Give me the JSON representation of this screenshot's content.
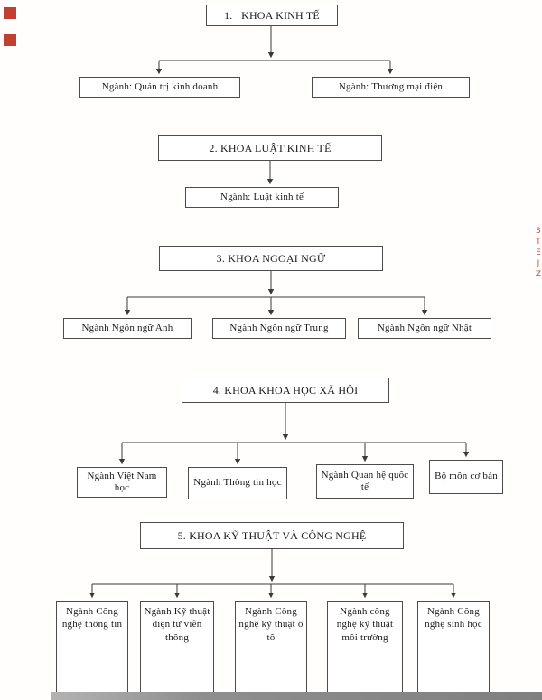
{
  "page": {
    "background": "#fffefc",
    "ink": "#1b1b1b",
    "line_color": "#3a3a3a"
  },
  "sections": [
    {
      "title": "1.   KHOA KINH TẾ",
      "children": [
        {
          "label": "Ngành: Quản trị kinh doanh"
        },
        {
          "label": "Ngành: Thương mại điện"
        }
      ]
    },
    {
      "title": "2. KHOA LUẬT KINH TẾ",
      "children": [
        {
          "label": "Ngành: Luật kinh tế"
        }
      ]
    },
    {
      "title": "3. KHOA NGOẠI NGỮ",
      "children": [
        {
          "label": "Ngành Ngôn ngữ Anh"
        },
        {
          "label": "Ngành Ngôn ngữ Trung"
        },
        {
          "label": "Ngành Ngôn ngữ Nhật"
        }
      ]
    },
    {
      "title": "4. KHOA KHOA HỌC XÃ HỘI",
      "children": [
        {
          "label": "Ngành Việt Nam học"
        },
        {
          "label": "Ngành Thông tin học"
        },
        {
          "label": "Ngành Quan hệ quốc tế"
        },
        {
          "label": "Bộ môn cơ bản"
        }
      ]
    },
    {
      "title": "5. KHOA KỸ THUẬT VÀ CÔNG NGHỆ",
      "children": [
        {
          "label": "Ngành Công nghệ thông tin"
        },
        {
          "label": "Ngành Kỹ thuật điện tử viễn thông"
        },
        {
          "label": "Ngành Công nghệ kỹ thuật ô tô"
        },
        {
          "label": "Ngành công nghệ kỹ thuật môi trường"
        },
        {
          "label": "Ngành Công nghệ sinh học"
        }
      ]
    }
  ],
  "artifacts": {
    "stamp_color": "#c04034",
    "side_text_color": "#c9473b",
    "side_text": [
      "3",
      "T",
      "E",
      "J",
      "Z"
    ]
  }
}
